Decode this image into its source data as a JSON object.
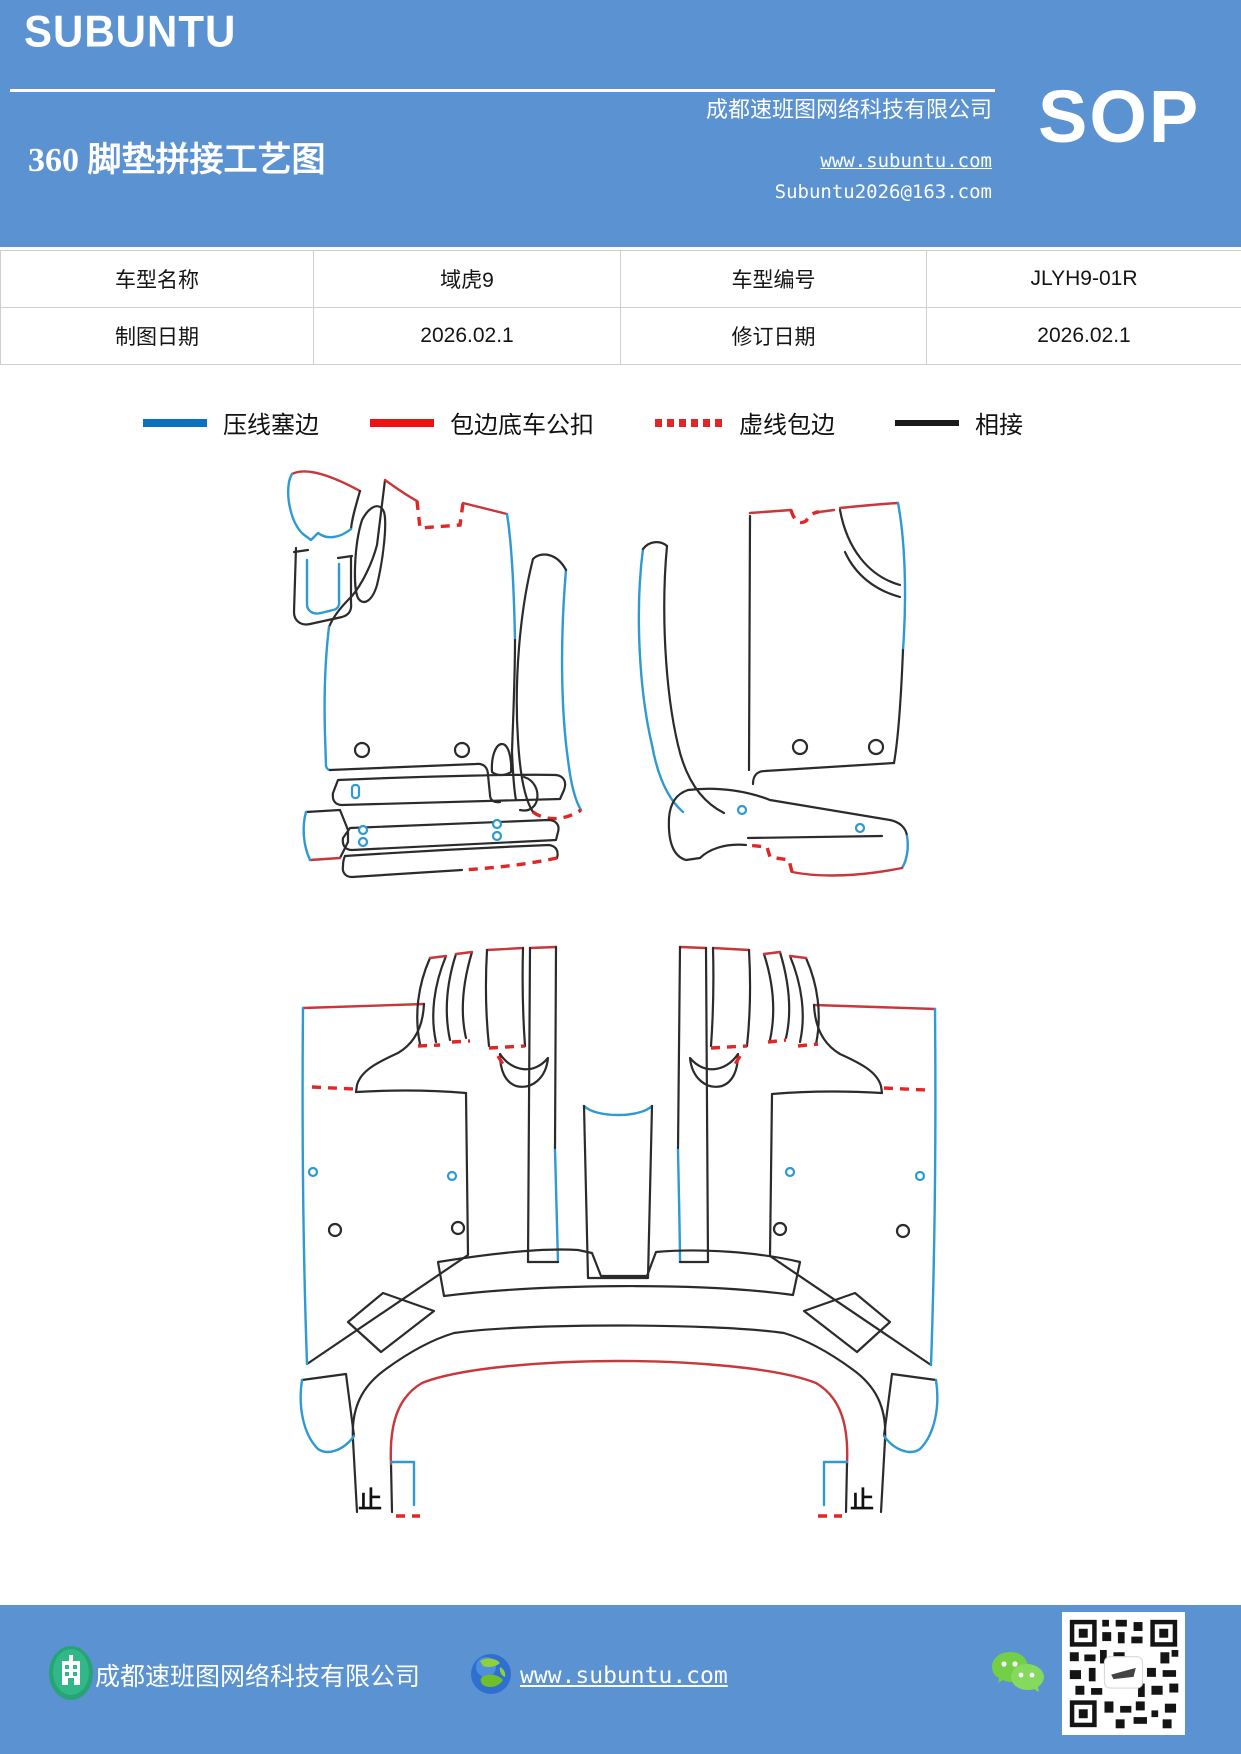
{
  "header": {
    "bg_color": "#5b92d2",
    "logo": "SUBUNTU",
    "title": "360 脚垫拼接工艺图",
    "company": "成都速班图网络科技有限公司",
    "website": "www.subuntu.com",
    "email": "Subuntu2026@163.com",
    "badge": "SOP"
  },
  "info_table": {
    "rows": [
      [
        "车型名称",
        "域虎9",
        "车型编号",
        "JLYH9-01R"
      ],
      [
        "制图日期",
        "2026.02.1",
        "修订日期",
        "2026.02.1"
      ]
    ]
  },
  "legend": {
    "items": [
      {
        "label": "压线塞边",
        "color": "#0c70c0",
        "style": "solid"
      },
      {
        "label": "包边底车公扣",
        "color": "#ee1111",
        "style": "solid"
      },
      {
        "label": "虚线包边",
        "color": "#e02626",
        "style": "dashed"
      },
      {
        "label": "相接",
        "color": "#1a1a1a",
        "style": "solid"
      }
    ]
  },
  "diagram": {
    "line_black": "#2b2b2b",
    "line_blue": "#2f9ad2",
    "line_red": "#c8373a",
    "line_red_dashed": "#e02626",
    "pieces": [
      "left-front-mat",
      "right-front-mat",
      "rear-one-piece-mat"
    ],
    "stop_marks": [
      "止",
      "止"
    ]
  },
  "footer": {
    "bg_color": "#5b92d2",
    "company": "成都速班图网络科技有限公司",
    "website": "www.subuntu.com",
    "icons": [
      "building-icon",
      "globe-icon",
      "wechat-icon",
      "qr-code"
    ]
  }
}
